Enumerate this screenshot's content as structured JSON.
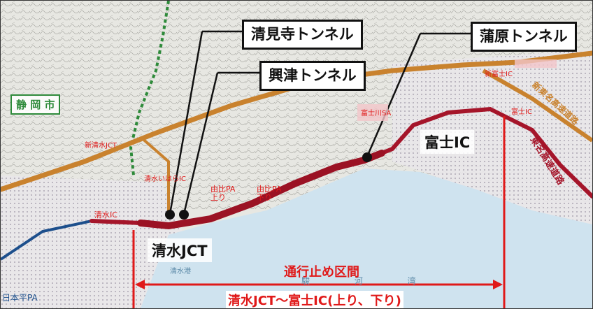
{
  "callouts": {
    "kiyomidera": "清見寺トンネル",
    "okitsu": "興津トンネル",
    "kambara": "蒲原トンネル"
  },
  "places": {
    "shizuoka_city": "静 岡 市",
    "shimizu_jct": "清水JCT",
    "fuji_ic_big": "富士IC",
    "shimizu_ic": "清水IC",
    "nihondaira_pa": "日本平PA",
    "yui_pa_up": "由比PA\n上り",
    "yui_pa_down": "由比PA\n下り",
    "shin_shimizu_jct": "新清水JCT",
    "shimizu_ihara_ic": "清水いはらIC",
    "fuji_ic_small": "富士IC",
    "fujikawa_sa": "富士川SA",
    "shin_fuji_ic": "新富士IC",
    "tomei": "東名高速道路",
    "shin_tomei": "新東名高速道路",
    "suruga_bay": "駿 河 湾",
    "shimizu_port": "清水港"
  },
  "closure": {
    "title": "通行止め区間",
    "range": "清水JCT〜富士IC(上り、下り)"
  },
  "colors": {
    "closure_red": "#e01919",
    "expressway": "#a5152a",
    "tomei_route": "#b71d2b",
    "shin_tomei_route": "#c9822e",
    "sea": "#cfe3ef",
    "land": "#e7e7e2"
  }
}
